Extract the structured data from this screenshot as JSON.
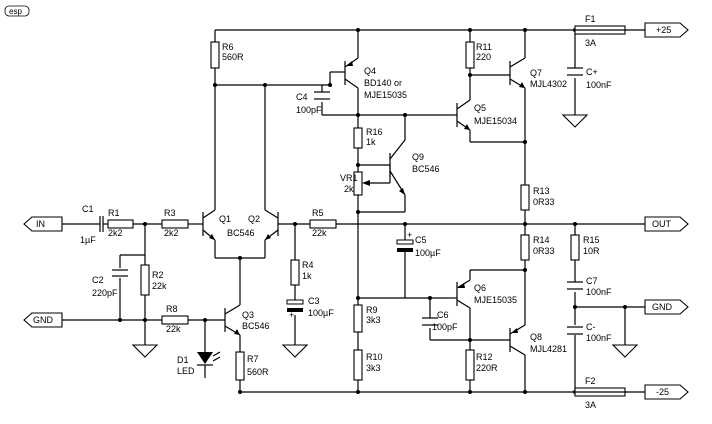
{
  "logo": "esp",
  "ports": {
    "in": "IN",
    "gnd_left": "GND",
    "out": "OUT",
    "gnd_right": "GND",
    "vpos": "+25",
    "vneg": "-25"
  },
  "components": {
    "C1": {
      "ref": "C1",
      "value": "1µF"
    },
    "R1": {
      "ref": "R1",
      "value": "2k2"
    },
    "R2": {
      "ref": "R2",
      "value": "22k"
    },
    "C2": {
      "ref": "C2",
      "value": "220pF"
    },
    "R3": {
      "ref": "R3",
      "value": "2k2"
    },
    "Q1": {
      "ref": "Q1",
      "value": "BC546"
    },
    "Q2": {
      "ref": "Q2",
      "value": ""
    },
    "R5": {
      "ref": "R5",
      "value": "22k"
    },
    "R4": {
      "ref": "R4",
      "value": "1k"
    },
    "C3": {
      "ref": "C3",
      "value": "100µF"
    },
    "R6": {
      "ref": "R6",
      "value": "560R"
    },
    "R8": {
      "ref": "R8",
      "value": "22k"
    },
    "Q3": {
      "ref": "Q3",
      "value": "BC546"
    },
    "D1": {
      "ref": "D1",
      "value": "LED"
    },
    "R7": {
      "ref": "R7",
      "value": "560R"
    },
    "Q4": {
      "ref": "Q4",
      "value": "BD140 or",
      "value2": "MJE15035"
    },
    "C4": {
      "ref": "C4",
      "value": "100pF"
    },
    "R16": {
      "ref": "R16",
      "value": "1k"
    },
    "VR1": {
      "ref": "VR1",
      "value": "2k"
    },
    "Q9": {
      "ref": "Q9",
      "value": "BC546"
    },
    "C5": {
      "ref": "C5",
      "value": "100µF"
    },
    "R9": {
      "ref": "R9",
      "value": "3k3"
    },
    "R10": {
      "ref": "R10",
      "value": "3k3"
    },
    "C6": {
      "ref": "C6",
      "value": "100pF"
    },
    "R11": {
      "ref": "R11",
      "value": "220"
    },
    "Q5": {
      "ref": "Q5",
      "value": "MJE15034"
    },
    "Q6": {
      "ref": "Q6",
      "value": "MJE15035"
    },
    "R12": {
      "ref": "R12",
      "value": "220R"
    },
    "Q7": {
      "ref": "Q7",
      "value": "MJL4302"
    },
    "Q8": {
      "ref": "Q8",
      "value": "MJL4281"
    },
    "R13": {
      "ref": "R13",
      "value": "0R33"
    },
    "R14": {
      "ref": "R14",
      "value": "0R33"
    },
    "R15": {
      "ref": "R15",
      "value": "10R"
    },
    "C7": {
      "ref": "C7",
      "value": "100nF"
    },
    "F1": {
      "ref": "F1",
      "value": "3A"
    },
    "F2": {
      "ref": "F2",
      "value": "3A"
    },
    "Cplus": {
      "ref": "C+",
      "value": "100nF"
    },
    "Cminus": {
      "ref": "C-",
      "value": "100nF"
    }
  }
}
